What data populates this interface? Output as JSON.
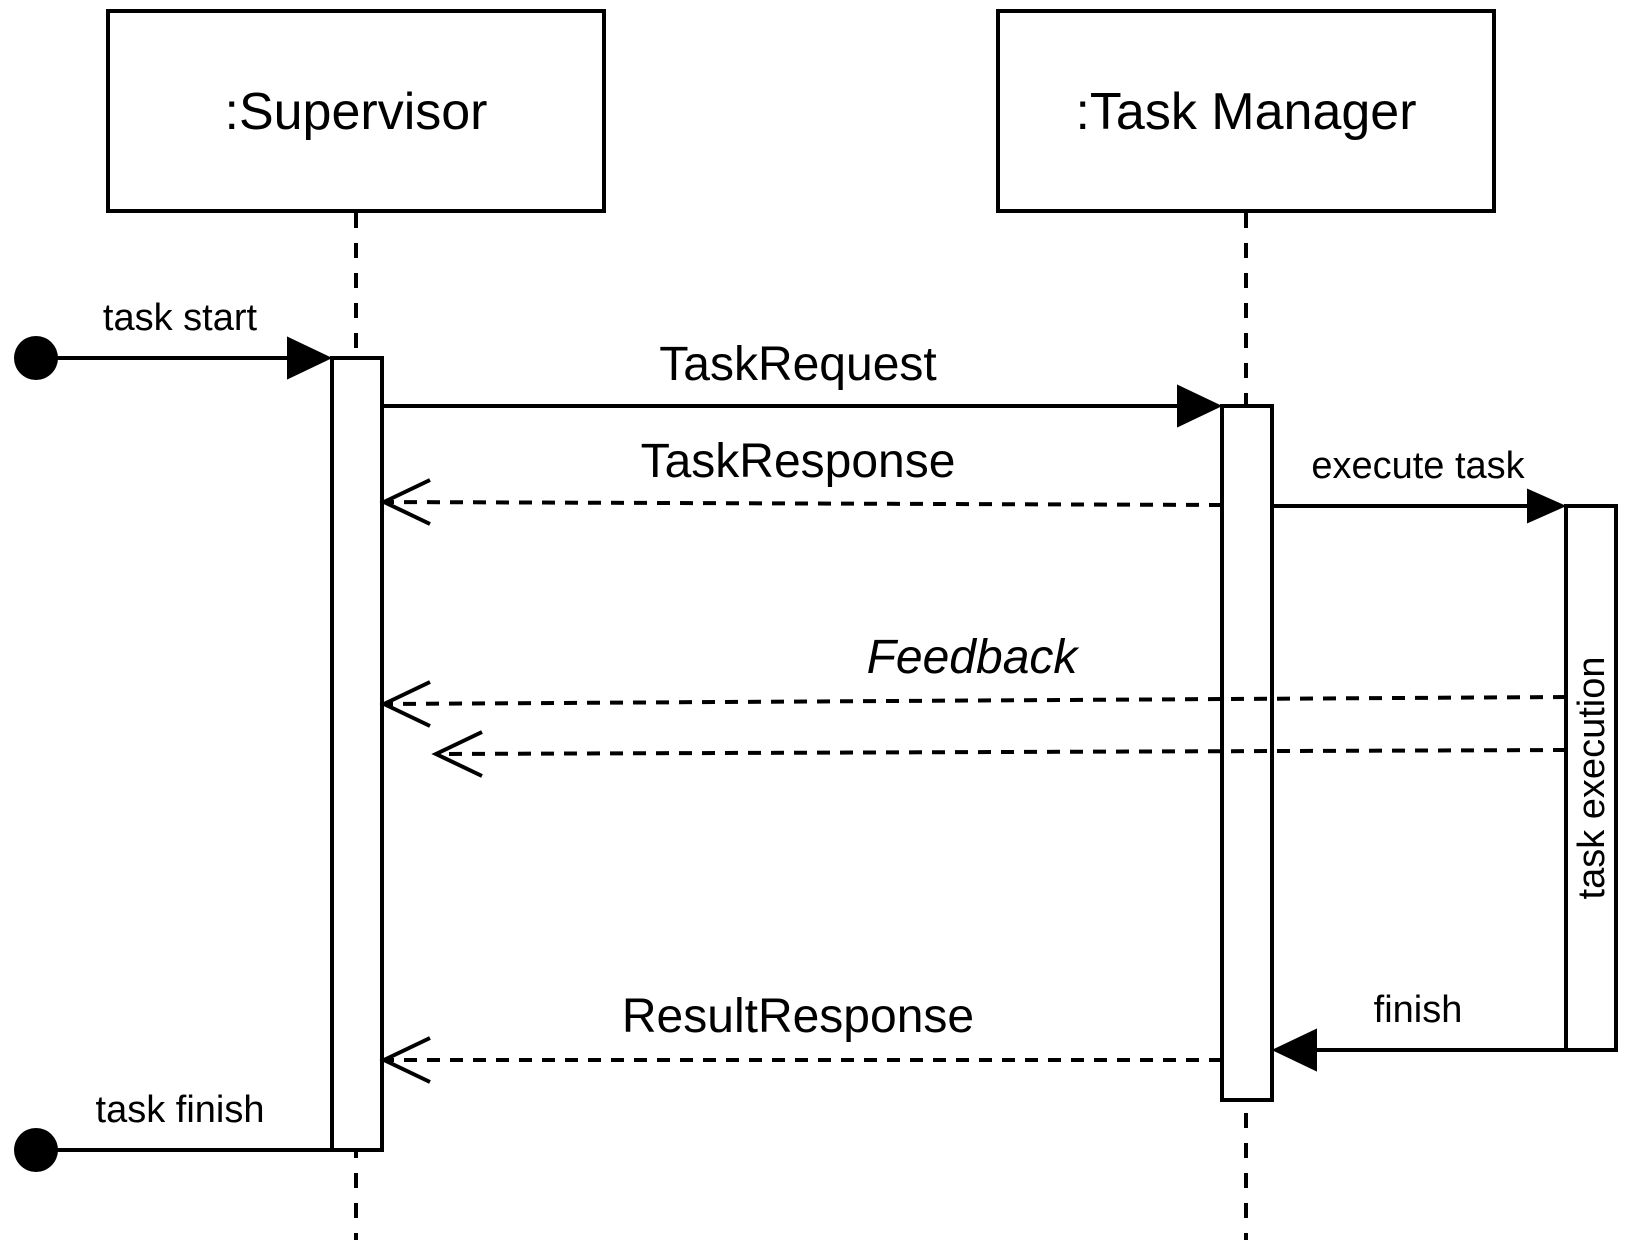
{
  "participants": {
    "supervisor": ":Supervisor",
    "task_manager": ":Task Manager"
  },
  "messages": {
    "task_start": "task start",
    "task_request": "TaskRequest",
    "task_response": "TaskResponse",
    "execute_task": "execute task",
    "feedback": "Feedback",
    "result_response": "ResultResponse",
    "finish": "finish",
    "task_finish": "task finish"
  },
  "activations": {
    "task_execution": "task execution"
  },
  "colors": {
    "line": "#000000",
    "background": "#ffffff"
  }
}
